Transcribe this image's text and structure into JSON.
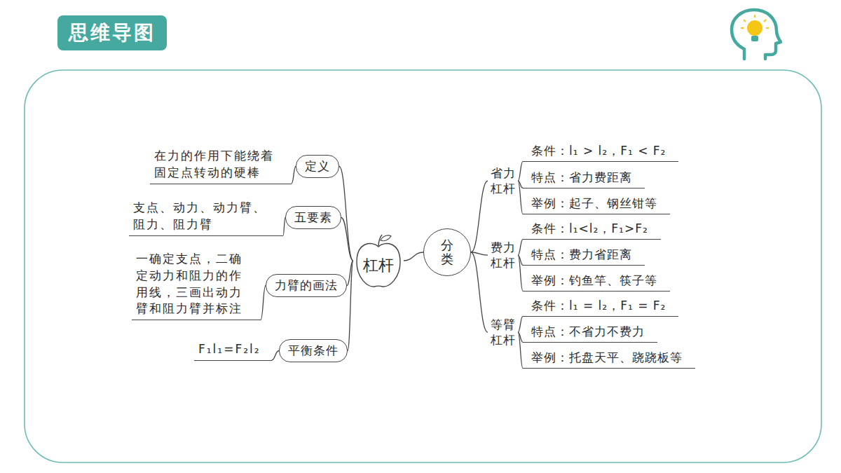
{
  "diagram": {
    "title": "思维导图",
    "nodes": [
      {
        "text": [
          "杠杆"
        ]
      },
      {
        "text": [
          "定义"
        ]
      },
      {
        "text": [
          "在力的作用下能绕着 固定点转动的硬棒"
        ]
      },
      {
        "text": [
          "五要素"
        ]
      },
      {
        "text": [
          "支点、动力、动力臂、 阻力、阻力臂"
        ]
      },
      {
        "text": [
          "力臂的画法"
        ]
      },
      {
        "text": [
          "一确定支点，二确 定动力和阻力的作 用线，三画出动力 臂和阻力臂并标注"
        ]
      },
      {
        "text": [
          "平衡条件"
        ]
      },
      {
        "text": [
          "F₁l₁=F₂l₂"
        ]
      },
      {
        "text": [
          "分类"
        ]
      },
      {
        "text": [
          "省力 杠杆"
        ]
      },
      {
        "text": [
          "条件：l₁ > l₂，F₁ < F₂"
        ]
      },
      {
        "text": [
          "特点：省力费距离"
        ]
      },
      {
        "text": [
          "举例：起子、钢丝钳等"
        ]
      },
      {
        "text": [
          "费力 杠杆"
        ]
      },
      {
        "text": [
          "条件：l₁<l₂，F₁>F₂"
        ]
      },
      {
        "text": [
          "特点：费力省距离"
        ]
      },
      {
        "text": [
          "举例：钓鱼竿、筷子等"
        ]
      },
      {
        "text": [
          "等臂 杠杆"
        ]
      },
      {
        "text": [
          "条件：l₁ = l₂，F₁ = F₂"
        ]
      },
      {
        "text": [
          "特点：不省力不费力"
        ]
      },
      {
        "text": [
          "举例：托盘天平、跷跷板等"
        ]
      }
    ],
    "edges": [
      {
        "from": 0,
        "to": 1,
        "arrow": "none"
      },
      {
        "from": 1,
        "to": 2,
        "arrow": "none"
      },
      {
        "from": 0,
        "to": 3,
        "arrow": "none"
      },
      {
        "from": 3,
        "to": 4,
        "arrow": "none"
      },
      {
        "from": 0,
        "to": 5,
        "arrow": "none"
      },
      {
        "from": 5,
        "to": 6,
        "arrow": "none"
      },
      {
        "from": 0,
        "to": 7,
        "arrow": "none"
      },
      {
        "from": 7,
        "to": 8,
        "arrow": "none"
      },
      {
        "from": 0,
        "to": 9,
        "arrow": "none"
      },
      {
        "from": 9,
        "to": 10,
        "arrow": "none"
      },
      {
        "from": 10,
        "to": 11,
        "arrow": "none"
      },
      {
        "from": 10,
        "to": 12,
        "arrow": "none"
      },
      {
        "from": 10,
        "to": 13,
        "arrow": "none"
      },
      {
        "from": 9,
        "to": 14,
        "arrow": "none"
      },
      {
        "from": 14,
        "to": 15,
        "arrow": "none"
      },
      {
        "from": 14,
        "to": 16,
        "arrow": "none"
      },
      {
        "from": 14,
        "to": 17,
        "arrow": "none"
      },
      {
        "from": 9,
        "to": 18,
        "arrow": "none"
      },
      {
        "from": 18,
        "to": 19,
        "arrow": "none"
      },
      {
        "from": 18,
        "to": 20,
        "arrow": "none"
      },
      {
        "from": 18,
        "to": 21,
        "arrow": "none"
      }
    ]
  }
}
